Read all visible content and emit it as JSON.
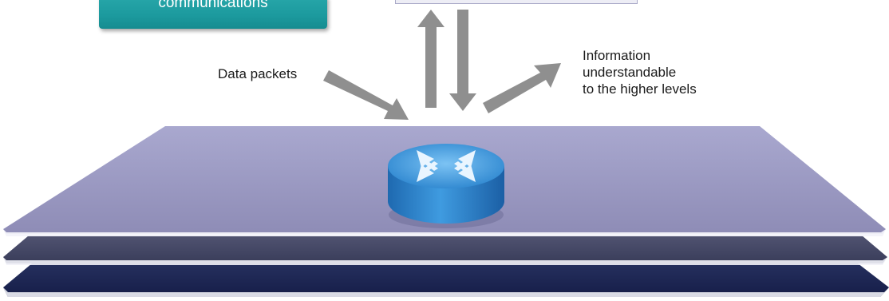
{
  "title_box": {
    "line": "communications"
  },
  "labels": {
    "input": "Data packets",
    "output_lines": [
      "Information",
      "understandable",
      "to the higher levels"
    ]
  },
  "icons": {
    "device": "router-icon"
  },
  "colors": {
    "teal_box": "#1c9a9e",
    "top_plane": "#9593bd",
    "middle_plane": "#424563",
    "bottom_plane": "#1b2552",
    "arrow": "#8f8f8f",
    "router": "#2f88c8"
  }
}
